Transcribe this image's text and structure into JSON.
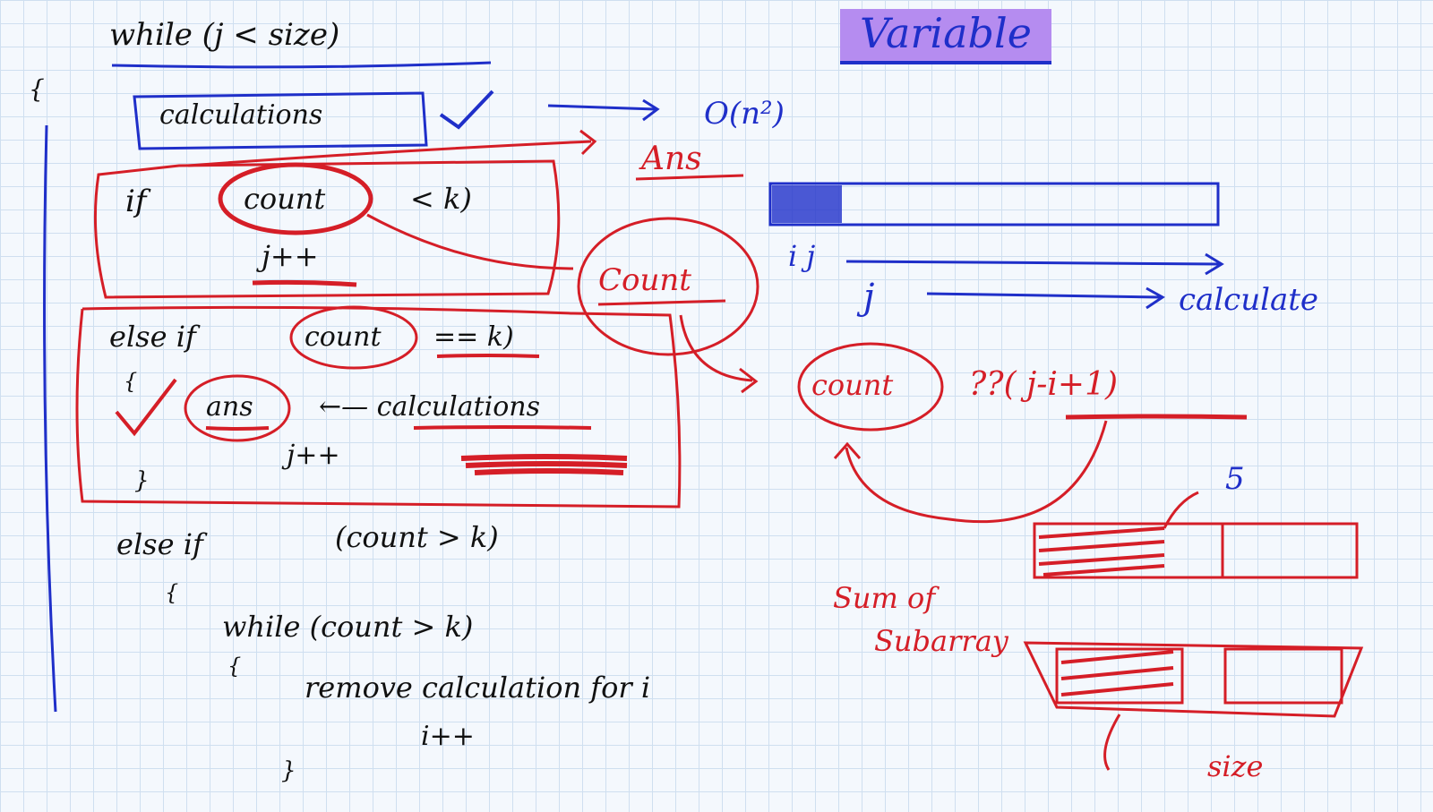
{
  "colors": {
    "paper": "#f4f8fd",
    "grid": "#cfdff0",
    "ink_black": "#111111",
    "ink_blue": "#1f2fc9",
    "ink_red": "#d51e27",
    "highlight_purple": "#b58cf0"
  },
  "code": {
    "while_header": "while (j < size)",
    "open_brace": "{",
    "calculations": "calculations",
    "check_mark": "✓",
    "if_keyword": "if",
    "if_var": "count",
    "if_cond_tail": "< k)",
    "j_increment": "j++",
    "else_if_keyword": "else if",
    "else_if_var": "count",
    "else_if_cond_tail": "== k)",
    "inner_open_brace": "{",
    "ans": "ans",
    "ans_assign": "←— calculations",
    "inner_j_increment": "j++",
    "inner_close_brace": "}",
    "else_if2": "else if",
    "else_if2_cond": "(count > k)",
    "brace2": "{",
    "while_inner": "while (count > k)",
    "brace3": "{",
    "remove_line": "remove calculation for i",
    "i_increment": "i++",
    "close_brace": "}"
  },
  "notes": {
    "title": "Variable",
    "complexity": "O(n²)",
    "ans_label": "Ans",
    "count_label": "Count",
    "pointers": "i j",
    "j_label": "j",
    "calculate_label": "calculate",
    "count_formula_var": "count",
    "count_formula_rest": "??( j-i+1)",
    "five": "5",
    "sum_of": "Sum of",
    "subarray": "Subarray",
    "size_label": "size"
  }
}
